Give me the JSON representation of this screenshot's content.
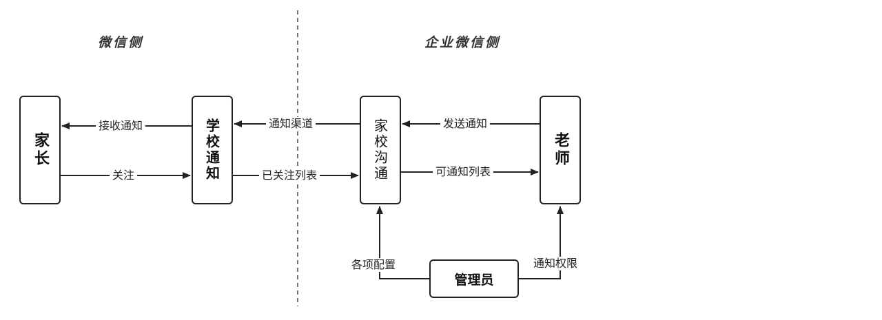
{
  "titles": {
    "wechat_side": "微信侧",
    "enterprise_side": "企业微信侧"
  },
  "nodes": {
    "parent": "家长",
    "school_notice": "学校通知",
    "home_school": "家校沟通",
    "teacher": "老师",
    "admin": "管理员"
  },
  "edges": {
    "receive_notice": "接收通知",
    "follow": "关注",
    "notice_channel": "通知渠道",
    "followed_list": "已关注列表",
    "send_notice": "发送通知",
    "notifiable_list": "可通知列表",
    "config": "各项配置",
    "notice_permission": "通知权限"
  }
}
